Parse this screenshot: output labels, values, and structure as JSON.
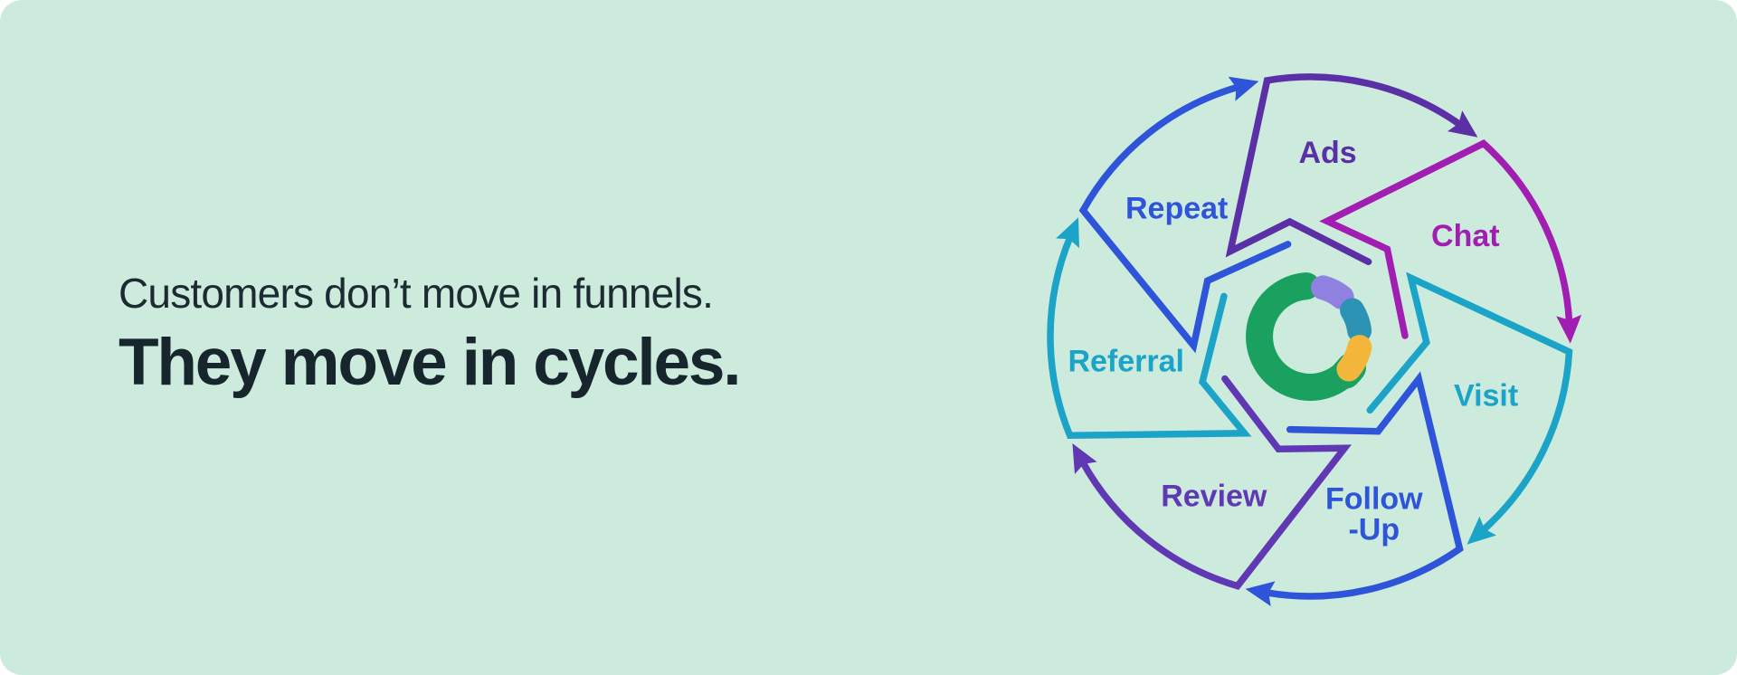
{
  "card": {
    "background": "#cdebdd",
    "page_background": "#ffffff"
  },
  "headline": {
    "line1": "Customers don’t move in funnels.",
    "line2": "They move in cycles.",
    "color": "#1b2b31"
  },
  "wheel": {
    "description": "circular customer journey cycle with seven stages and clockwise arrows",
    "items": [
      {
        "name": "ads",
        "label": "Ads",
        "lines": [
          "Ads"
        ],
        "color": "#5b2fa5"
      },
      {
        "name": "chat",
        "label": "Chat",
        "lines": [
          "Chat"
        ],
        "color": "#a21db1"
      },
      {
        "name": "visit",
        "label": "Visit",
        "lines": [
          "Visit"
        ],
        "color": "#1ba4c8"
      },
      {
        "name": "follow-up",
        "label": "Follow-Up",
        "lines": [
          "Follow",
          "-Up"
        ],
        "color": "#2d54d9"
      },
      {
        "name": "review",
        "label": "Review",
        "lines": [
          "Review"
        ],
        "color": "#6138b4"
      },
      {
        "name": "referral",
        "label": "Referral",
        "lines": [
          "Referral"
        ],
        "color": "#1ba4c8"
      },
      {
        "name": "repeat",
        "label": "Repeat",
        "lines": [
          "Repeat"
        ],
        "color": "#2d54d9"
      }
    ],
    "logo": {
      "green": "#1aa05f",
      "lavender": "#9080e0",
      "teal": "#2d93b5",
      "yellow": "#f4b63a"
    }
  }
}
